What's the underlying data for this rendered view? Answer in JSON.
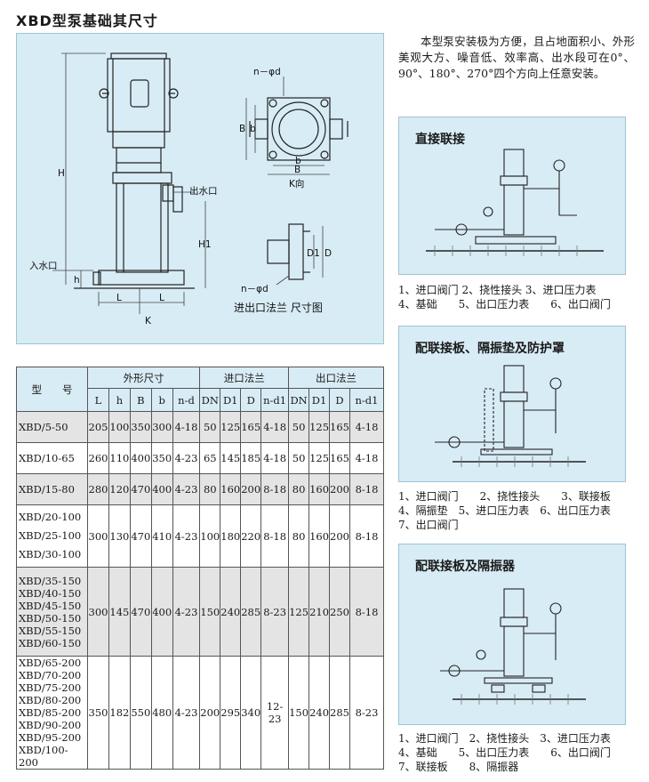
{
  "title": "XBD型泵基础其尺寸",
  "main_diagram": {
    "labels": {
      "n_phi_d_top": "n－φd",
      "n_phi_d_bottom": "n－φd",
      "outlet": "出水口",
      "inlet": "入水口",
      "H": "H",
      "H1": "H1",
      "h": "h",
      "L": "L",
      "K": "K",
      "B": "B",
      "b": "b",
      "K_dir": "K向",
      "D1": "D1",
      "D": "D",
      "flange_caption": "进出口法兰 尺寸图"
    }
  },
  "intro_text": "本型泵安装极为方便，且占地面积小、外形美观大方、噪音低、效率高、出水段可在0°、90°、180°、270°四个方向上任意安装。",
  "panels": [
    {
      "title": "直接联接",
      "legend": [
        "1、进口阀门 2、挠性接头 3、进口压力表",
        "4、基础　　5、出口压力表　　6、出口阀门"
      ]
    },
    {
      "title": "配联接板、隔振垫及防护罩",
      "legend": [
        "1、进口阀门　　2、挠性接头　　3、联接板",
        "4、隔振垫　5、进口压力表　6、出口压力表",
        "7、出口阀门"
      ]
    },
    {
      "title": "配联接板及隔振器",
      "legend": [
        "1、进口阀门　2、挠性接头　3、进口压力表",
        "4、基础　　5、出口压力表　　6、出口阀门",
        "7、联接板　　8、隔振器"
      ]
    }
  ],
  "table": {
    "model_header": "型　　号",
    "group_headers": [
      "外形尺寸",
      "进口法兰",
      "出口法兰"
    ],
    "sub_headers": [
      "L",
      "h",
      "B",
      "b",
      "n-d",
      "DN",
      "D1",
      "D",
      "n-d1",
      "DN",
      "D1",
      "D",
      "n-d1"
    ],
    "rows": [
      {
        "models": [
          "XBD/5-50"
        ],
        "values": [
          "205",
          "100",
          "350",
          "300",
          "4-18",
          "50",
          "125",
          "165",
          "4-18",
          "50",
          "125",
          "165",
          "4-18"
        ]
      },
      {
        "models": [
          "XBD/10-65"
        ],
        "values": [
          "260",
          "110",
          "400",
          "350",
          "4-23",
          "65",
          "145",
          "185",
          "4-18",
          "50",
          "125",
          "165",
          "4-18"
        ]
      },
      {
        "models": [
          "XBD/15-80"
        ],
        "values": [
          "280",
          "120",
          "470",
          "400",
          "4-23",
          "80",
          "160",
          "200",
          "8-18",
          "80",
          "160",
          "200",
          "8-18"
        ]
      },
      {
        "models": [
          "XBD/20-100",
          "XBD/25-100",
          "XBD/30-100"
        ],
        "values": [
          "300",
          "130",
          "470",
          "410",
          "4-23",
          "100",
          "180",
          "220",
          "8-18",
          "80",
          "160",
          "200",
          "8-18"
        ]
      },
      {
        "models": [
          "XBD/35-150",
          "XBD/40-150",
          "XBD/45-150",
          "XBD/50-150",
          "XBD/55-150",
          "XBD/60-150"
        ],
        "values": [
          "300",
          "145",
          "470",
          "400",
          "4-23",
          "150",
          "240",
          "285",
          "8-23",
          "125",
          "210",
          "250",
          "8-18"
        ]
      },
      {
        "models": [
          "XBD/65-200",
          "XBD/70-200",
          "XBD/75-200",
          "XBD/80-200",
          "XBD/85-200",
          "XBD/90-200",
          "XBD/95-200",
          "XBD/100-200"
        ],
        "values": [
          "350",
          "182",
          "550",
          "480",
          "4-23",
          "200",
          "295",
          "340",
          "12-23",
          "150",
          "240",
          "285",
          "8-23"
        ]
      }
    ]
  },
  "colors": {
    "panel_bg": "#d8ecf6",
    "shade_row": "#e4e4e4",
    "line": "#222222"
  }
}
